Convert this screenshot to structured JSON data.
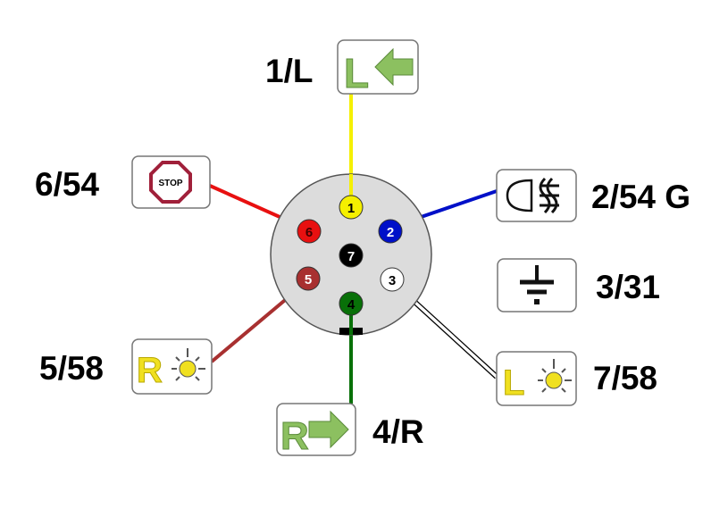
{
  "labels": {
    "pin1": "1/L",
    "pin2": "2/54 G",
    "pin3": "3/31",
    "pin4": "4/R",
    "pin5": "5/58",
    "pin6": "6/54",
    "pin7": "7/58"
  },
  "pins": [
    "1",
    "2",
    "3",
    "4",
    "5",
    "6",
    "7"
  ],
  "icons": {
    "stop_text": "STOP",
    "left_letter": "L",
    "right_letter": "R"
  },
  "colors": {
    "pin1": "#f5f000",
    "pin2": "#0010c8",
    "pin3": "#ffffff",
    "pin4": "#087008",
    "pin5": "#a83030",
    "pin6": "#e81010",
    "pin7": "#000000",
    "connector": "#dcdcdc"
  }
}
